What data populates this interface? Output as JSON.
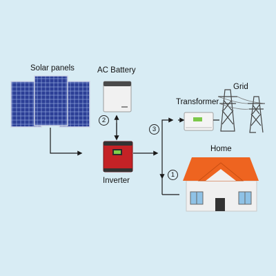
{
  "labels": {
    "solar_panels": "Solar panels",
    "ac_battery": "AC Battery",
    "transformer": "Transformer",
    "grid": "Grid",
    "home": "Home",
    "inverter": "Inverter"
  },
  "markers": {
    "m1": "1",
    "m2": "2",
    "m3": "3"
  },
  "colors": {
    "background": "#d8ecf4",
    "roof": "#ee6420",
    "inverter": "#c42226",
    "panel": "#2a3a8c",
    "line": "#1a1a1a"
  }
}
